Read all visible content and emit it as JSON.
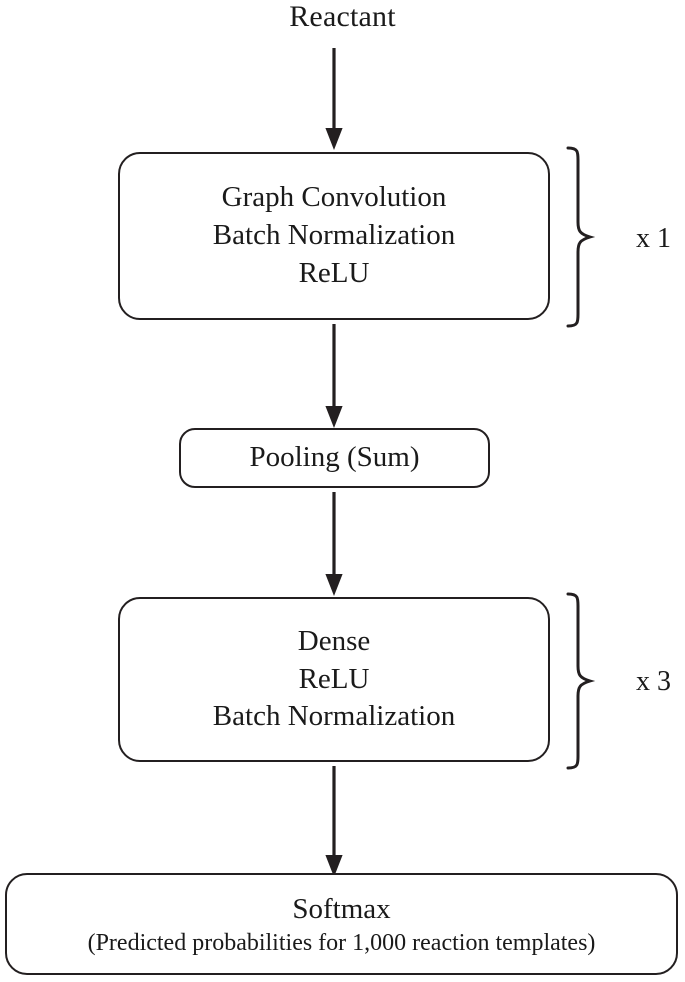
{
  "diagram": {
    "title": "Reactant",
    "nodes": [
      {
        "id": "graph-conv-block",
        "lines": [
          "Graph Convolution",
          "Batch Normalization",
          "ReLU"
        ],
        "repeat_label": "x 1"
      },
      {
        "id": "pooling-block",
        "lines": [
          "Pooling (Sum)"
        ]
      },
      {
        "id": "dense-block",
        "lines": [
          "Dense",
          "ReLU",
          "Batch Normalization"
        ],
        "repeat_label": "x 3"
      },
      {
        "id": "softmax-block",
        "lines": [
          "Softmax",
          "(Predicted probabilities for 1,000 reaction templates)"
        ]
      }
    ],
    "colors": {
      "stroke": "#231f20",
      "text": "#1a1a1a",
      "background": "#ffffff"
    }
  }
}
